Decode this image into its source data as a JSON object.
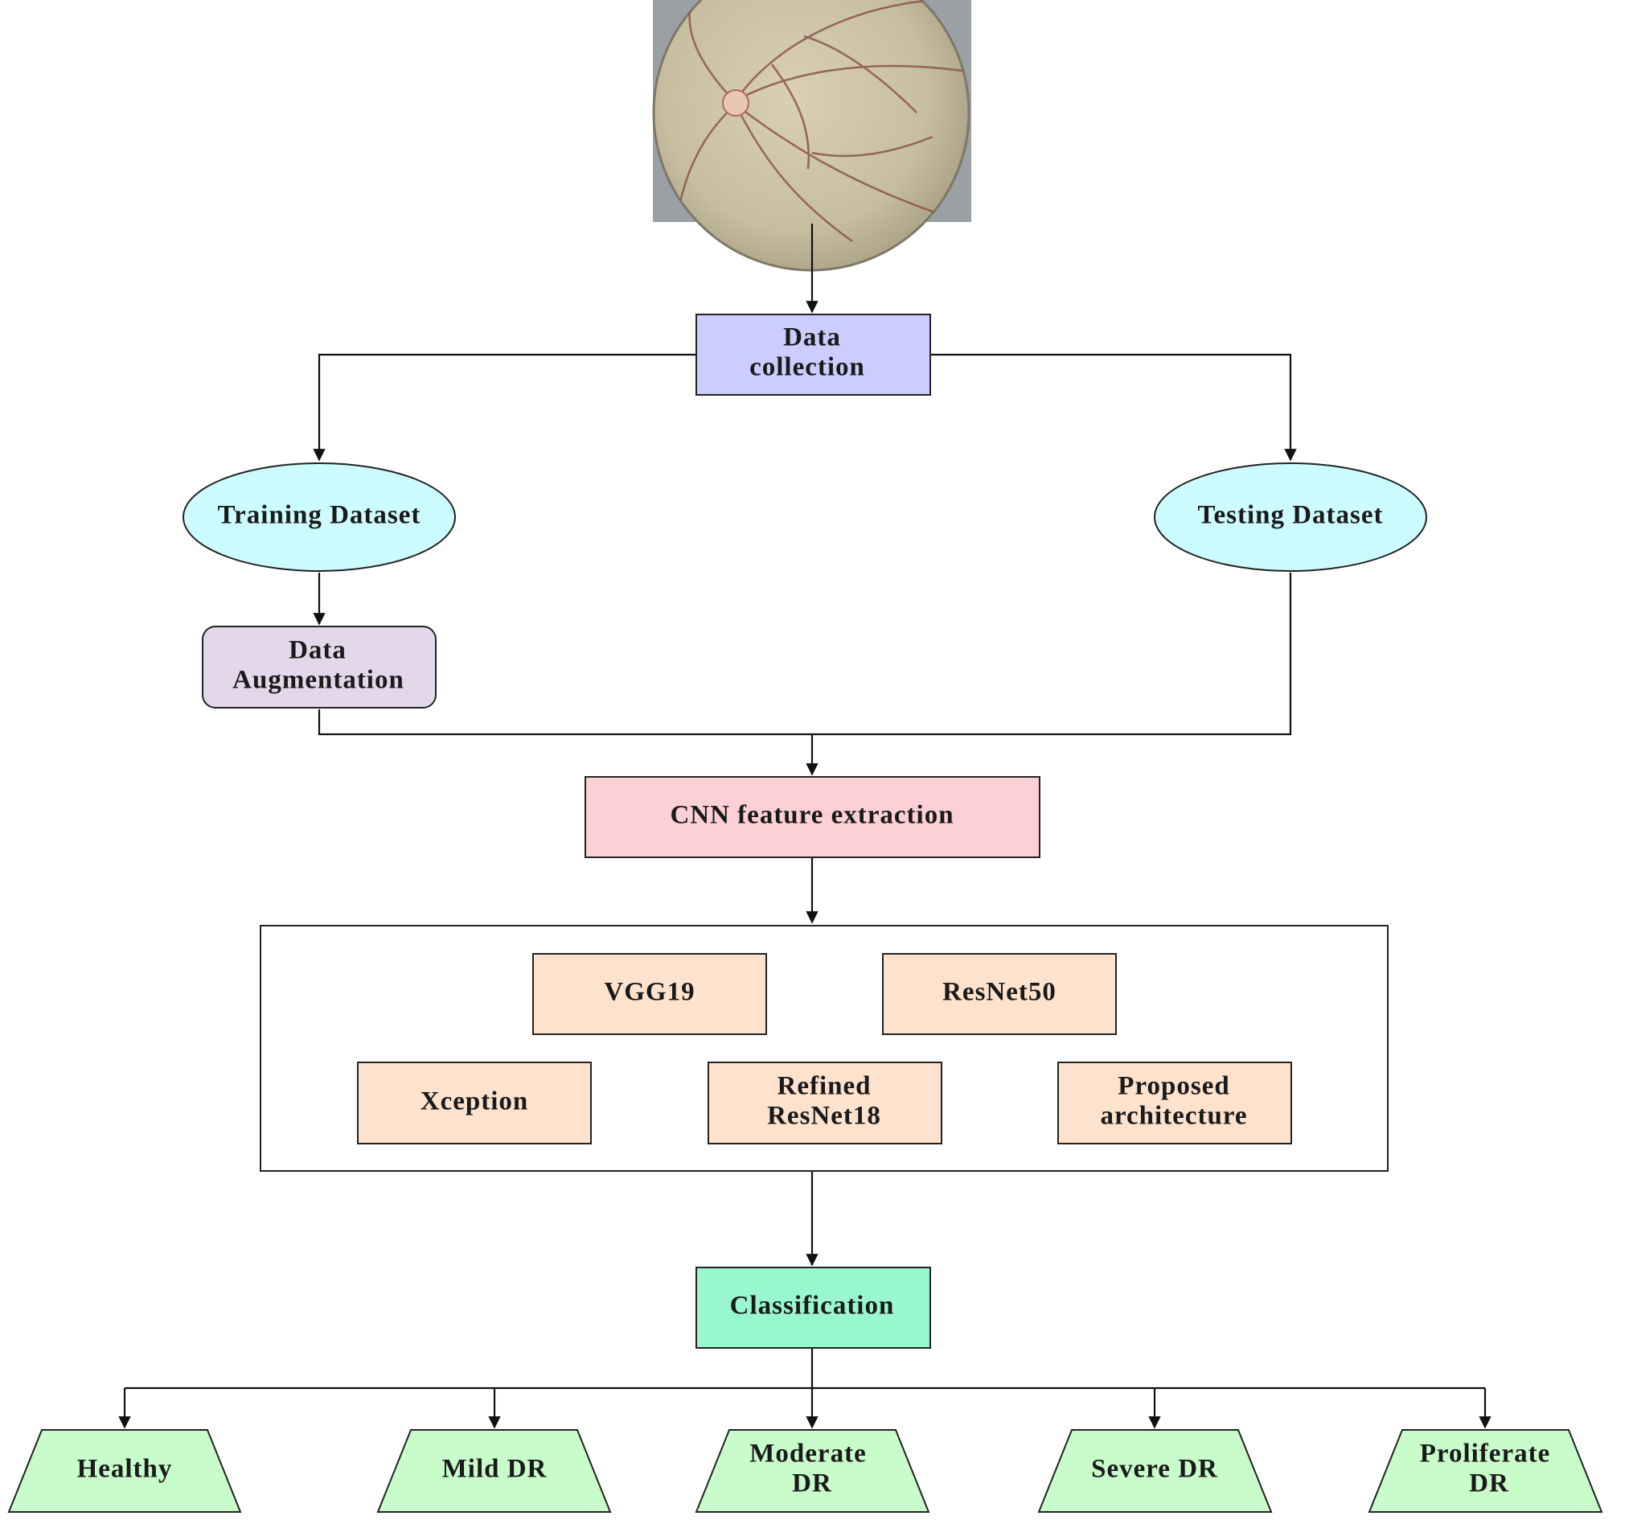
{
  "colors": {
    "data_collection": "#ccccff",
    "dataset_ellipse": "#ccfcff",
    "augmentation": "#e3d8ea",
    "cnn": "#fcd0d4",
    "model_box": "#fde2ce",
    "classification": "#99f7cf",
    "class_node": "#c8fccb",
    "fundus_ring": "#bdb59a",
    "fundus_bg": "#9aa0a6"
  },
  "fundus_image": {
    "icon": "retina-fundus-photo"
  },
  "nodes": {
    "data_collection": {
      "line1": "Data",
      "line2": "collection"
    },
    "training_dataset": {
      "label": "Training Dataset"
    },
    "testing_dataset": {
      "label": "Testing Dataset"
    },
    "data_augmentation": {
      "line1": "Data",
      "line2": "Augmentation"
    },
    "cnn_feature_extraction": {
      "label": "CNN feature extraction"
    },
    "models": {
      "vgg19": "VGG19",
      "resnet50": "ResNet50",
      "xception": "Xception",
      "refined_resnet18": {
        "line1": "Refined",
        "line2": "ResNet18"
      },
      "proposed": {
        "line1": "Proposed",
        "line2": "architecture"
      }
    },
    "classification": {
      "label": "Classification"
    },
    "classes": {
      "healthy": "Healthy",
      "mild": "Mild DR",
      "moderate": {
        "line1": "Moderate",
        "line2": "DR"
      },
      "severe": "Severe DR",
      "proliferate": {
        "line1": "Proliferate",
        "line2": "DR"
      }
    }
  }
}
